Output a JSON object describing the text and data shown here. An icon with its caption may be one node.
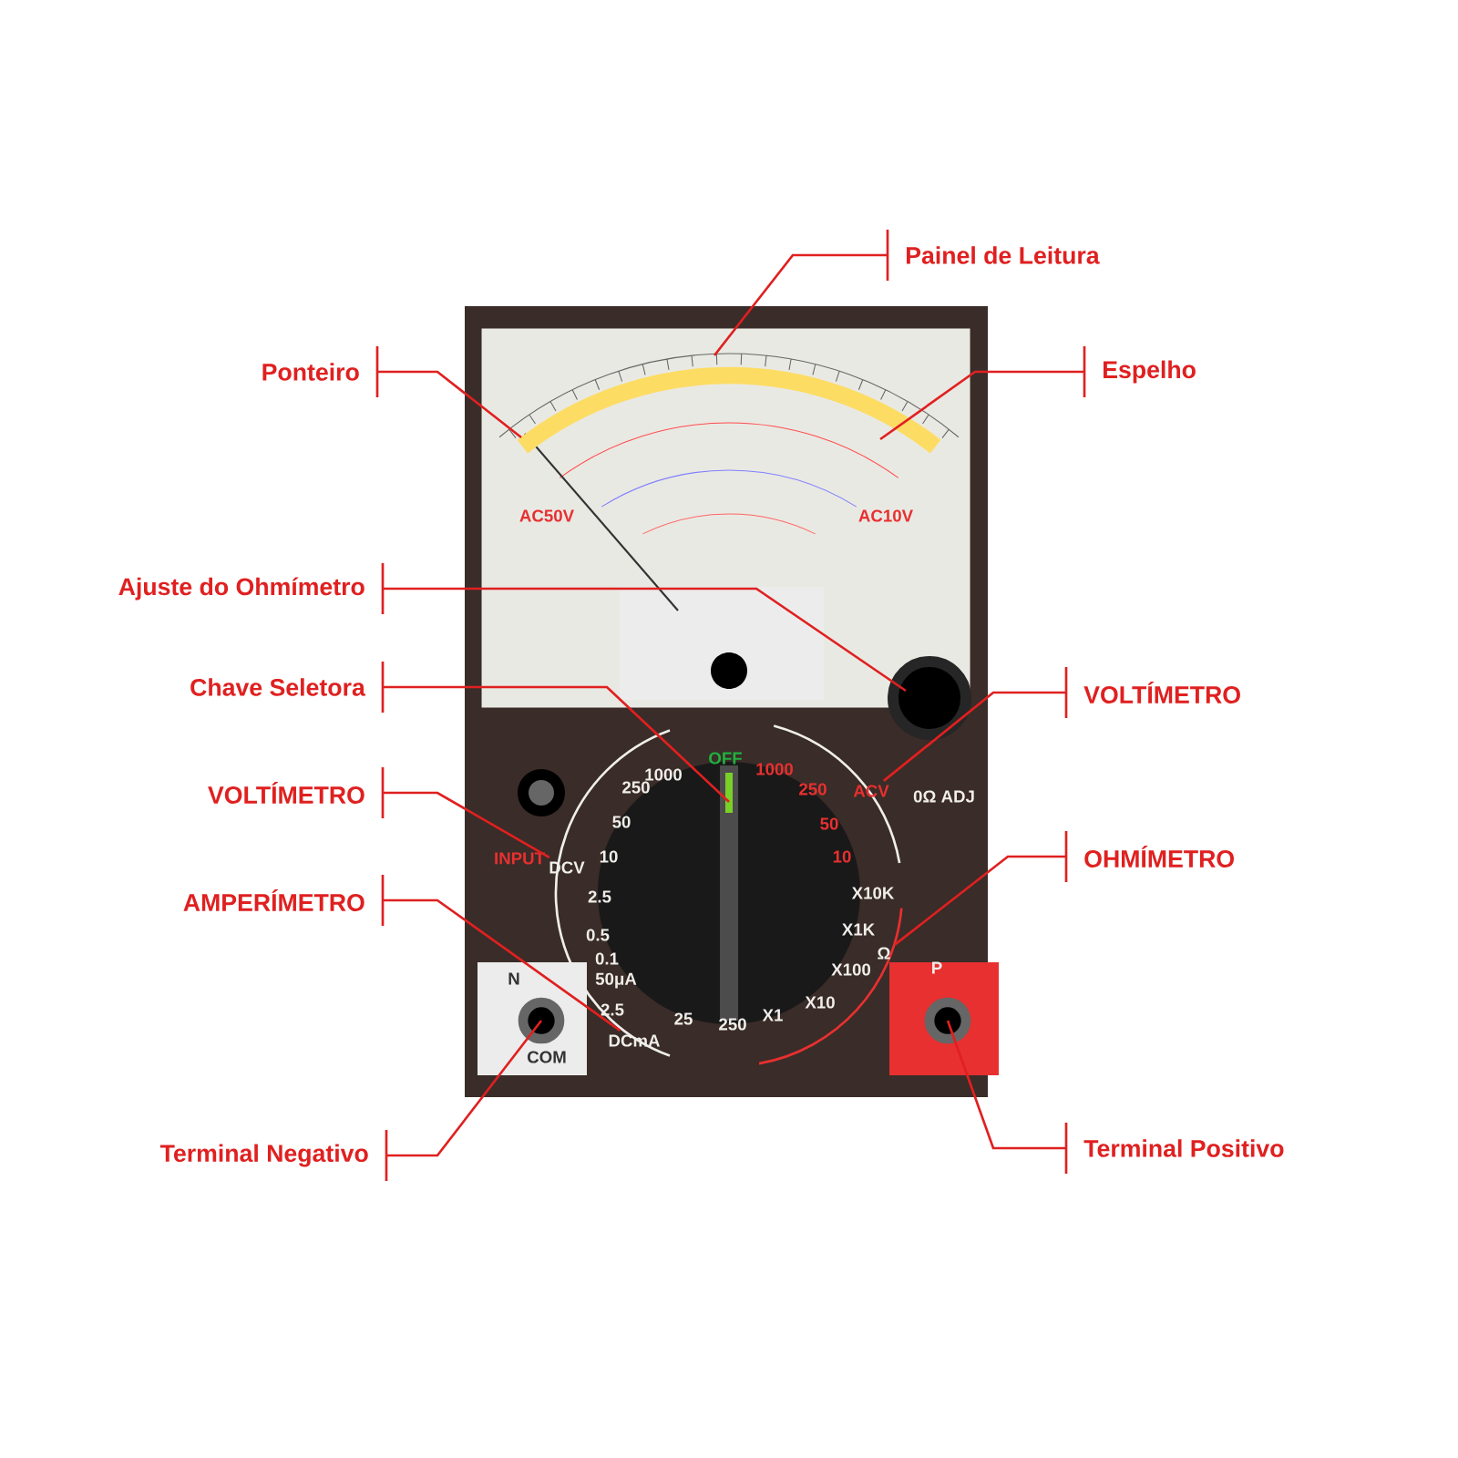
{
  "diagram": {
    "nodes": [
      {
        "text": [
          "Painel de Leitura"
        ]
      },
      {
        "text": [
          "Ponteiro"
        ]
      },
      {
        "text": [
          "Espelho"
        ]
      },
      {
        "text": [
          "Ajuste do Ohmímetro"
        ]
      },
      {
        "text": [
          "Chave Seletora"
        ]
      },
      {
        "text": [
          "VOLTÍMETRO"
        ]
      },
      {
        "text": [
          "VOLTÍMETRO"
        ]
      },
      {
        "text": [
          "OHMÍMETRO"
        ]
      },
      {
        "text": [
          "AMPERÍMETRO"
        ]
      },
      {
        "text": [
          "Terminal Negativo"
        ]
      },
      {
        "text": [
          "Terminal Positivo"
        ]
      },
      {
        "text": [
          "ACV"
        ]
      },
      {
        "text": [
          "DCV"
        ]
      },
      {
        "text": [
          "Ω"
        ]
      },
      {
        "text": [
          "DCmA"
        ]
      },
      {
        "text": [],
        "shape": "circle"
      },
      {
        "text": [],
        "shape": "circle"
      },
      {
        "text": [],
        "shape": "box"
      },
      {
        "text": [],
        "shape": "bar",
        "in": 17
      },
      {
        "text": [],
        "shape": "arc",
        "in": 17
      },
      {
        "text": [],
        "shape": "circle"
      },
      {
        "text": [],
        "shape": "bar"
      }
    ],
    "edges": [
      {
        "from": 0,
        "to": 17,
        "arrow": "none"
      },
      {
        "from": 1,
        "to": 18,
        "arrow": "none"
      },
      {
        "from": 2,
        "to": 19,
        "arrow": "none"
      },
      {
        "from": 3,
        "to": 20,
        "arrow": "none"
      },
      {
        "from": 4,
        "to": 21,
        "arrow": "none"
      },
      {
        "from": 5,
        "to": 11,
        "arrow": "none"
      },
      {
        "from": 6,
        "to": 12,
        "arrow": "none"
      },
      {
        "from": 7,
        "to": 13,
        "arrow": "none"
      },
      {
        "from": 8,
        "to": 14,
        "arrow": "none"
      },
      {
        "from": 9,
        "to": 15,
        "arrow": "none"
      },
      {
        "from": 10,
        "to": 16,
        "arrow": "none"
      }
    ],
    "labels": [
      "AC50V",
      "AC10V",
      "OFF",
      "1000",
      "1000",
      "250",
      "250",
      "0Ω ADJ",
      "50",
      "50",
      "INPUT",
      "10",
      "10",
      "2.5",
      "X10K",
      "0.5",
      "X1K",
      "N",
      "0.1",
      "50μA",
      "X100",
      "P",
      "2.5",
      "25",
      "250",
      "X1",
      "X10",
      "COM"
    ]
  }
}
